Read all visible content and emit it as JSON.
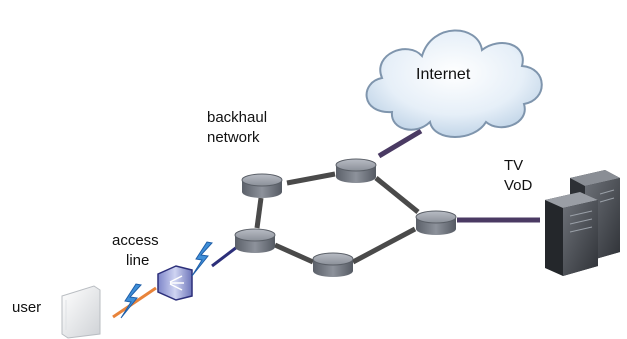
{
  "labels": {
    "internet": "Internet",
    "backhaul_line1": "backhaul",
    "backhaul_line2": "network",
    "tv": "TV",
    "vod": "VoD",
    "access_line1": "access",
    "access_line2": "line",
    "user": "user"
  },
  "colors": {
    "backhaul_link": "#4a4a4a",
    "uplink": "#4a3a63",
    "access_link": "#e8833a",
    "router": "#8a8f98",
    "cloud": "#cfe0ef",
    "wireless": "#3f8fd8"
  },
  "icons": {
    "internet": "cloud-icon",
    "routers": "router-icon",
    "servers": "server-icon",
    "user_device": "modem-icon",
    "dslam": "dslam-icon",
    "wireless": "lightning-icon"
  }
}
